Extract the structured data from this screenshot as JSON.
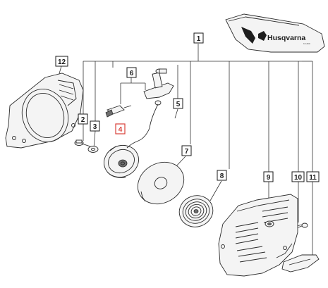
{
  "diagram": {
    "brand_decal_text": "Husqvarna",
    "model_decal_text": "K 1260",
    "callouts": [
      {
        "id": "c1",
        "label": "1",
        "highlight": false
      },
      {
        "id": "c2",
        "label": "2",
        "highlight": false
      },
      {
        "id": "c3",
        "label": "3",
        "highlight": false
      },
      {
        "id": "c4",
        "label": "4",
        "highlight": true
      },
      {
        "id": "c5",
        "label": "5",
        "highlight": false
      },
      {
        "id": "c6",
        "label": "6",
        "highlight": false
      },
      {
        "id": "c7",
        "label": "7",
        "highlight": false
      },
      {
        "id": "c8",
        "label": "8",
        "highlight": false
      },
      {
        "id": "c9",
        "label": "9",
        "highlight": false
      },
      {
        "id": "c10",
        "label": "10",
        "highlight": false
      },
      {
        "id": "c11",
        "label": "11",
        "highlight": false
      },
      {
        "id": "c12",
        "label": "12",
        "highlight": false
      }
    ],
    "colors": {
      "line": "#2a2a2a",
      "highlight_callout": "#d9413a",
      "background": "#ffffff"
    }
  }
}
